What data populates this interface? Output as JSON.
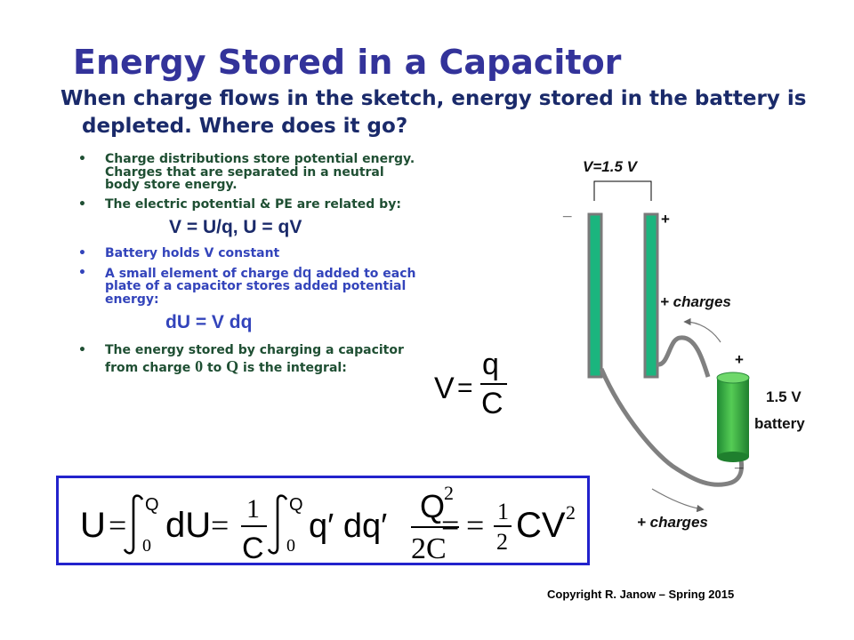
{
  "title": "Energy Stored in a Capacitor",
  "subtitle": "When charge flows in the sketch, energy stored in the battery is depleted.  Where does it go?",
  "bullets": {
    "b1": "Charge distributions store potential energy.  Charges that are separated in a neutral body store energy.",
    "b2": "The electric potential & PE are related by:",
    "eq1": "V = U/q,    U = qV",
    "b3": "Battery holds V constant",
    "b4_pre": "A small element of charge ",
    "b4_dq": "dq",
    "b4_post": " added to each plate of a capacitor stores added potential energy:",
    "eq2": "dU = V dq",
    "b5_a": "The energy stored by charging a capacitor from charge ",
    "b5_zero": "0",
    "b5_mid": " to ",
    "b5_Q": "Q",
    "b5_end": " is the integral:"
  },
  "formula_vqc": {
    "V": "V",
    "eq": "=",
    "num": "q",
    "den": "C"
  },
  "integral_formula": {
    "U": "U",
    "eq": "=",
    "upper": "Q",
    "lower": "0",
    "dU": "dU",
    "one": "1",
    "C": "C",
    "qdq": "q′ dq′",
    "Q2": "Q",
    "exp": "2",
    "twoC": "2C",
    "half_num": "1",
    "half_den": "2",
    "CV": "CV",
    "exp2": "2"
  },
  "diagram": {
    "voltage_label": "V=1.5 V",
    "minus_sign": "_",
    "plus_sign": "+",
    "charges_top": "+ charges",
    "charges_bottom": "+ charges",
    "battery_plus": "+",
    "battery_minus": "_",
    "battery_voltage": "1.5 V",
    "battery_word": "battery"
  },
  "copyright": "Copyright R. Janow – Spring 2015",
  "colors": {
    "title": "#33339a",
    "green_text": "#1f4f33",
    "blue_text": "#3344bb",
    "plate": "#1bb57e",
    "battery": "#2eae47",
    "wire": "#7a7a7a",
    "box_border": "#2222cc"
  }
}
